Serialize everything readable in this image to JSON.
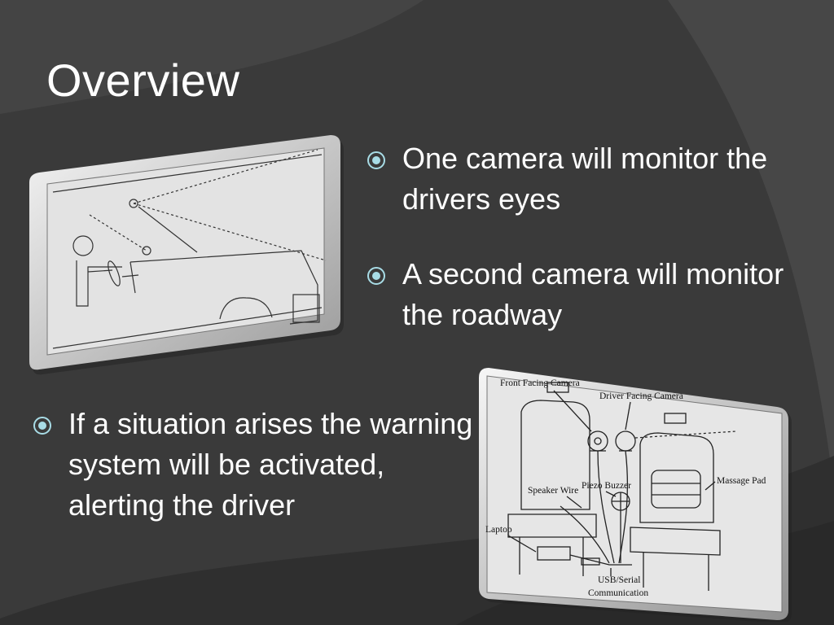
{
  "slide": {
    "title": "Overview",
    "bullets": [
      "One camera will monitor the drivers eyes",
      "A second camera will monitor the roadway",
      "If a situation arises the warning system will be activated, alerting the driver"
    ]
  },
  "diagram_labels": {
    "front_camera": "Front Facing Camera",
    "driver_camera": "Driver Facing Camera",
    "massage_pad": "Massage Pad",
    "piezo_buzzer": "Piezo Buzzer",
    "speaker_wire": "Speaker Wire",
    "laptop": "Laptop",
    "usb_line1": "USB/Serial",
    "usb_line2": "Communication"
  },
  "icons": {
    "bullet": "circled-dot-icon"
  },
  "colors": {
    "background": "#3b3b3b",
    "accent": "#a8dce6",
    "text": "#ffffff"
  }
}
